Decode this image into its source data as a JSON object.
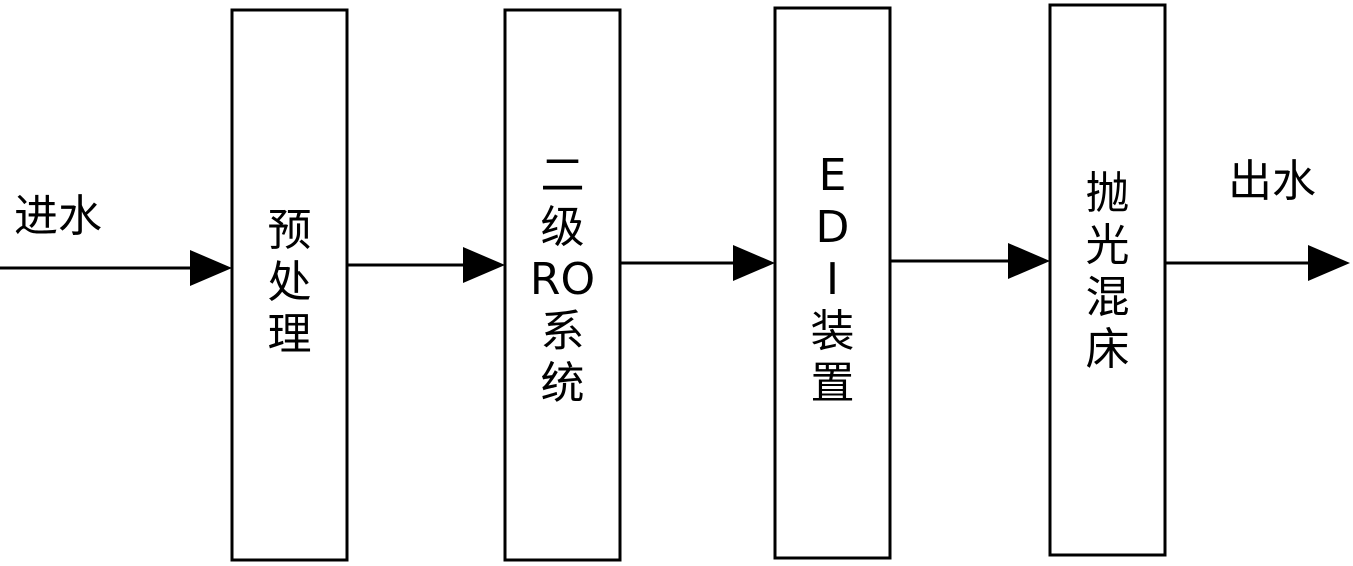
{
  "input_label": "进水",
  "output_label": "出水",
  "stages": [
    {
      "name": "pretreatment",
      "chars": [
        "预",
        "处",
        "理"
      ]
    },
    {
      "name": "two-stage-ro",
      "chars": [
        "二",
        "级",
        "RO",
        "系",
        "统"
      ]
    },
    {
      "name": "edi-device",
      "chars": [
        "E",
        "D",
        "I",
        "装",
        "置"
      ]
    },
    {
      "name": "polishing-mixed-bed",
      "chars": [
        "抛",
        "光",
        "混",
        "床"
      ]
    }
  ],
  "colors": {
    "stroke": "#000000",
    "background": "#ffffff"
  }
}
